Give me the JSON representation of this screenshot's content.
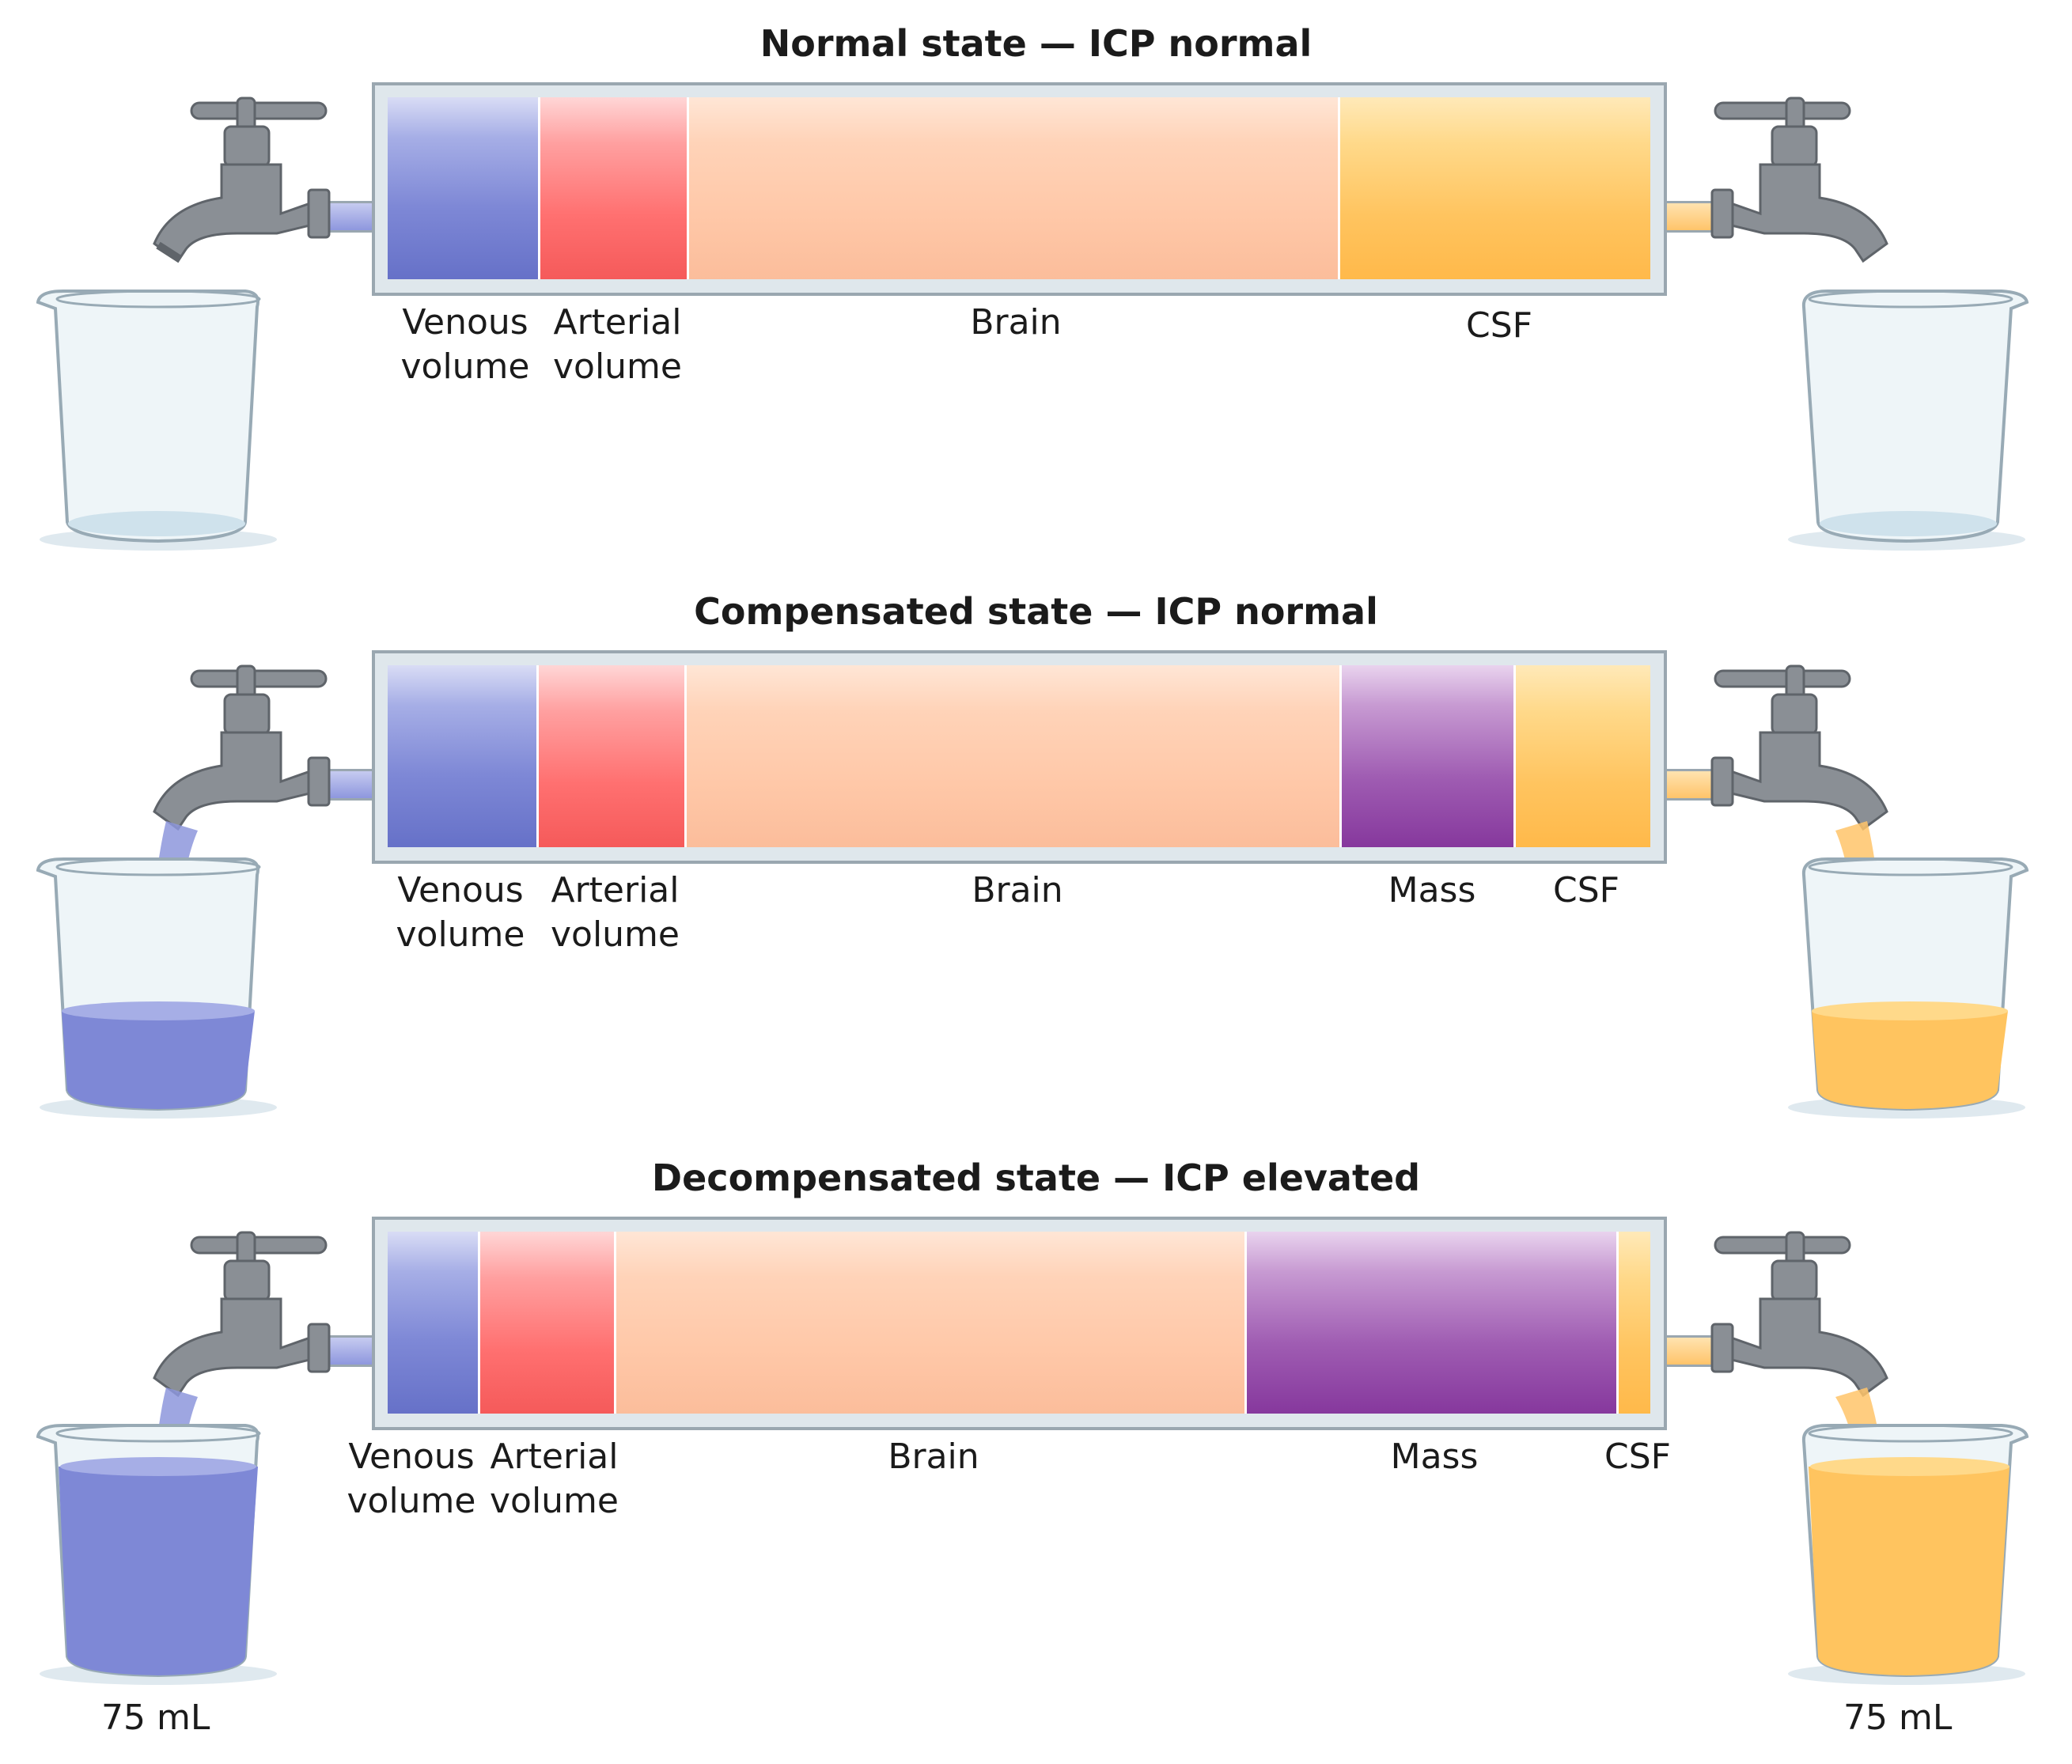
{
  "panels": [
    {
      "title": "Normal state — ICP normal",
      "labels": {
        "venous": "Venous volume",
        "arterial": "Arterial volume",
        "brain": "Brain",
        "csf": "CSF"
      }
    },
    {
      "title": "Compensated state — ICP normal",
      "labels": {
        "venous": "Venous volume",
        "arterial": "Arterial volume",
        "brain": "Brain",
        "mass": "Mass",
        "csf": "CSF"
      }
    },
    {
      "title": "Decompensated state — ICP elevated",
      "labels": {
        "venous": "Venous volume",
        "arterial": "Arterial volume",
        "brain": "Brain",
        "mass": "Mass",
        "csf": "CSF"
      },
      "amount_left": "75 mL",
      "amount_right": "75 mL"
    }
  ],
  "colors": {
    "venous": "#7e88d6",
    "arterial": "#ff7070",
    "brain": "#ffc8a8",
    "mass": "#9f5cb2",
    "csf": "#ffc45f",
    "faucet": "#8a8f95"
  },
  "icons": [
    "faucet-icon",
    "beaker-icon"
  ]
}
